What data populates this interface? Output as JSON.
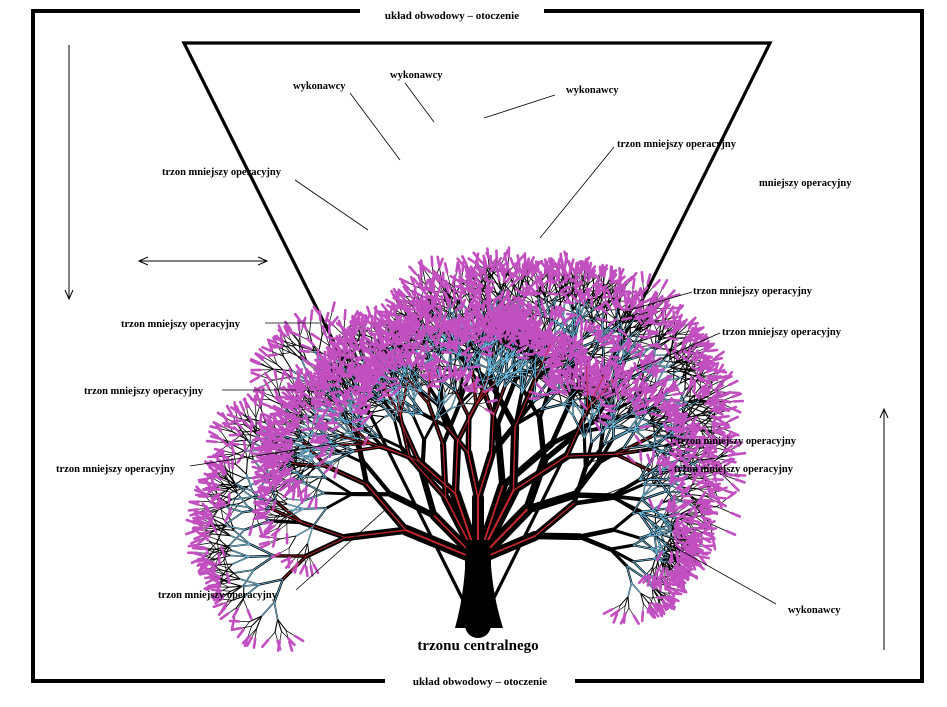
{
  "frame_top_label": "układ obwodowy – otoczenie",
  "frame_bottom_label": "układ obwodowy – otoczenie",
  "base_label": "trzonu centralnego",
  "labels": {
    "wyk_1": "wykonawcy",
    "wyk_2": "wykonawcy",
    "wyk_3": "wykonawcy",
    "wyk_4": "wykonawcy",
    "trzon_top_left": "trzon mniejszy operacyjny",
    "trzon_top_right": "trzon mniejszy operacyjny",
    "right_outside": "mniejszy operacyjny",
    "trzon_left_1": "trzon mniejszy operacyjny",
    "trzon_left_2": "trzon mniejszy operacyjny",
    "trzon_left_3": "trzon mniejszy operacyjny",
    "trzon_right_1": "trzon mniejszy operacyjny",
    "trzon_right_2": "trzon mniejszy operacyjny",
    "trzon_right_3": "trzon mniejszy operacyjny",
    "trzon_right_4": "trzon mniejszy operacyjny",
    "trzon_bottom_left": "trzon mniejszy operacyjny"
  },
  "colors": {
    "branch_outline": "#000000",
    "branch_light": "#6fc3ea",
    "branch_tip": "#c24fc0",
    "vein": "#c0262b"
  },
  "icons": {
    "down_arrow": "down-arrow-icon",
    "up_arrow": "up-arrow-icon",
    "double_arrow": "double-arrow-icon"
  }
}
